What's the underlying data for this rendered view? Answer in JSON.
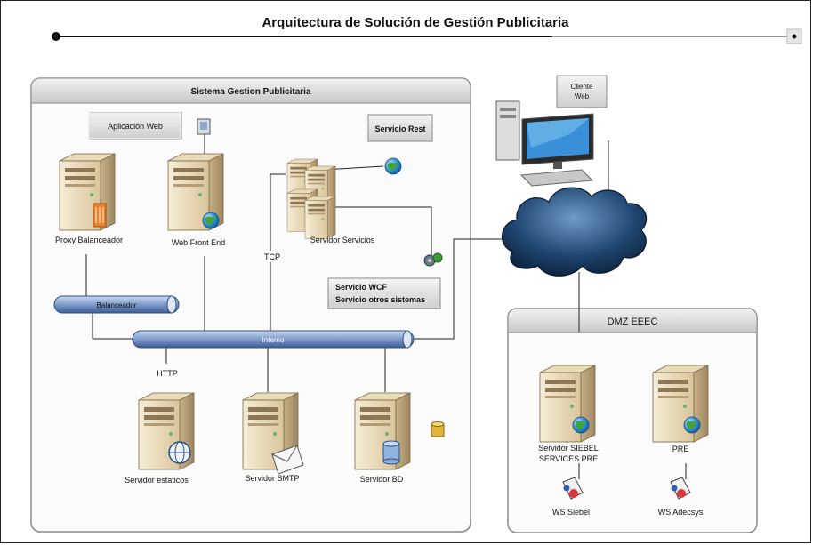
{
  "title": "Arquitectura de Solución de Gestión Publicitaria",
  "panels": {
    "main": "Sistema Gestion Publicitaria",
    "dmz": "DMZ EEEC"
  },
  "callouts": {
    "web_app": "Aplicación Web",
    "rest": "Servicio Rest",
    "wcf_line1": "Servicio WCF",
    "wcf_line2": "Servicio otros sistemas",
    "client_line1": "Cliente",
    "client_line2": "Web"
  },
  "buses": {
    "balancer": "Balanceador",
    "internal": "Interno"
  },
  "servers": {
    "proxy": "Proxy Balanceador",
    "web_front": "Web Front End",
    "services": "Servidor Servicios",
    "static": "Servidor estaticos",
    "smtp": "Servidor SMTP",
    "db": "Servidor BD",
    "siebel_line1": "Servidor SIEBEL",
    "siebel_line2": "SERVICES PRE",
    "pre": "PRE"
  },
  "protocols": {
    "tcp": "TCP",
    "http": "HTTP"
  },
  "webservices": {
    "siebel": "WS Siebel",
    "adecsys": "WS Adecsys"
  },
  "colors": {
    "bus_fill": "#8fa9cf",
    "bus_dark": "#2f4f86",
    "server_light": "#efe3c4",
    "server_dark": "#b9a27a",
    "cloud_dark": "#0f2a4a",
    "cloud_light": "#4f7fae",
    "panel_header": "#d6d6d6"
  }
}
